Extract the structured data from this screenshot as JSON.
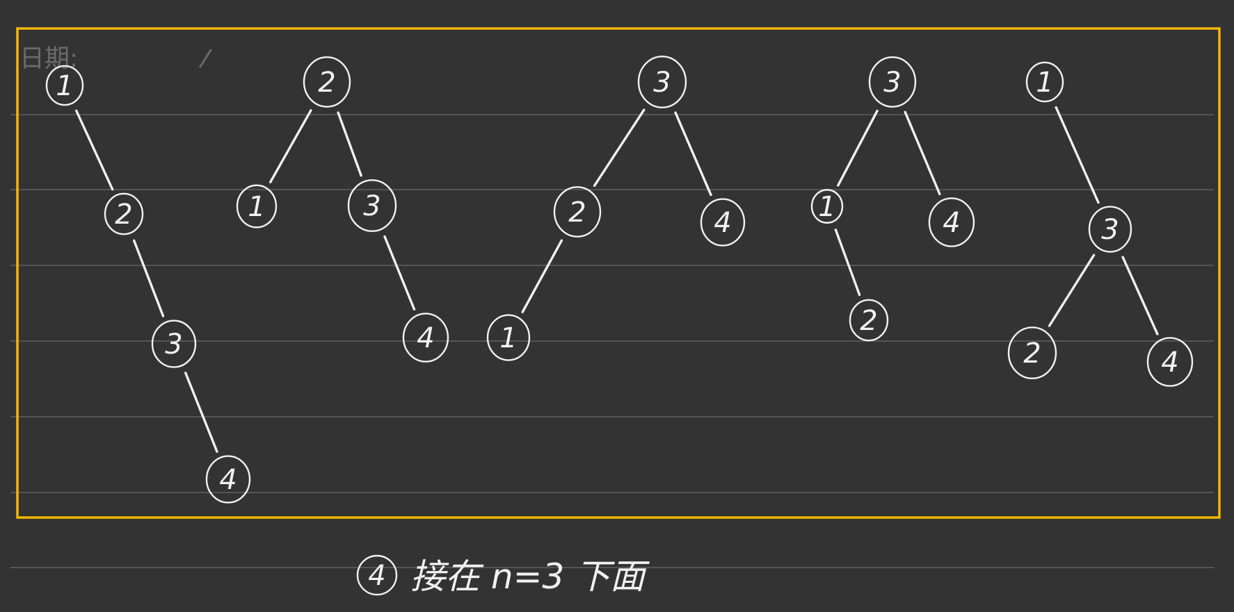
{
  "page": {
    "date_label": "日期:",
    "date_separator": "/"
  },
  "colors": {
    "background": "#333333",
    "ink": "#f2f2f2",
    "frame": "#f5b800",
    "ruled_line": "#6a6a6a",
    "faint_text": "#6b6b6b"
  },
  "trees": [
    {
      "nodes": [
        {
          "id": "t1n1",
          "label": "1"
        },
        {
          "id": "t1n2",
          "label": "2"
        },
        {
          "id": "t1n3",
          "label": "3"
        },
        {
          "id": "t1n4",
          "label": "4"
        }
      ],
      "edges": [
        [
          "t1n1",
          "t1n2"
        ],
        [
          "t1n2",
          "t1n3"
        ],
        [
          "t1n3",
          "t1n4"
        ]
      ]
    },
    {
      "nodes": [
        {
          "id": "t2n2",
          "label": "2"
        },
        {
          "id": "t2n1",
          "label": "1"
        },
        {
          "id": "t2n3",
          "label": "3"
        },
        {
          "id": "t2n4",
          "label": "4"
        }
      ],
      "edges": [
        [
          "t2n2",
          "t2n1"
        ],
        [
          "t2n2",
          "t2n3"
        ],
        [
          "t2n3",
          "t2n4"
        ]
      ]
    },
    {
      "nodes": [
        {
          "id": "t3n3",
          "label": "3"
        },
        {
          "id": "t3n2",
          "label": "2"
        },
        {
          "id": "t3n4",
          "label": "4"
        },
        {
          "id": "t3n1",
          "label": "1"
        }
      ],
      "edges": [
        [
          "t3n3",
          "t3n2"
        ],
        [
          "t3n3",
          "t3n4"
        ],
        [
          "t3n2",
          "t3n1"
        ]
      ]
    },
    {
      "nodes": [
        {
          "id": "t4n3",
          "label": "3"
        },
        {
          "id": "t4n1",
          "label": "1"
        },
        {
          "id": "t4n4",
          "label": "4"
        },
        {
          "id": "t4n2",
          "label": "2"
        }
      ],
      "edges": [
        [
          "t4n3",
          "t4n1"
        ],
        [
          "t4n3",
          "t4n4"
        ],
        [
          "t4n1",
          "t4n2"
        ]
      ]
    },
    {
      "nodes": [
        {
          "id": "t5n1",
          "label": "1"
        },
        {
          "id": "t5n3",
          "label": "3"
        },
        {
          "id": "t5n2",
          "label": "2"
        },
        {
          "id": "t5n4",
          "label": "4"
        }
      ],
      "edges": [
        [
          "t5n1",
          "t5n3"
        ],
        [
          "t5n3",
          "t5n2"
        ],
        [
          "t5n3",
          "t5n4"
        ]
      ]
    }
  ],
  "note": {
    "circled": "4",
    "text": "接在 n=3 下面"
  }
}
